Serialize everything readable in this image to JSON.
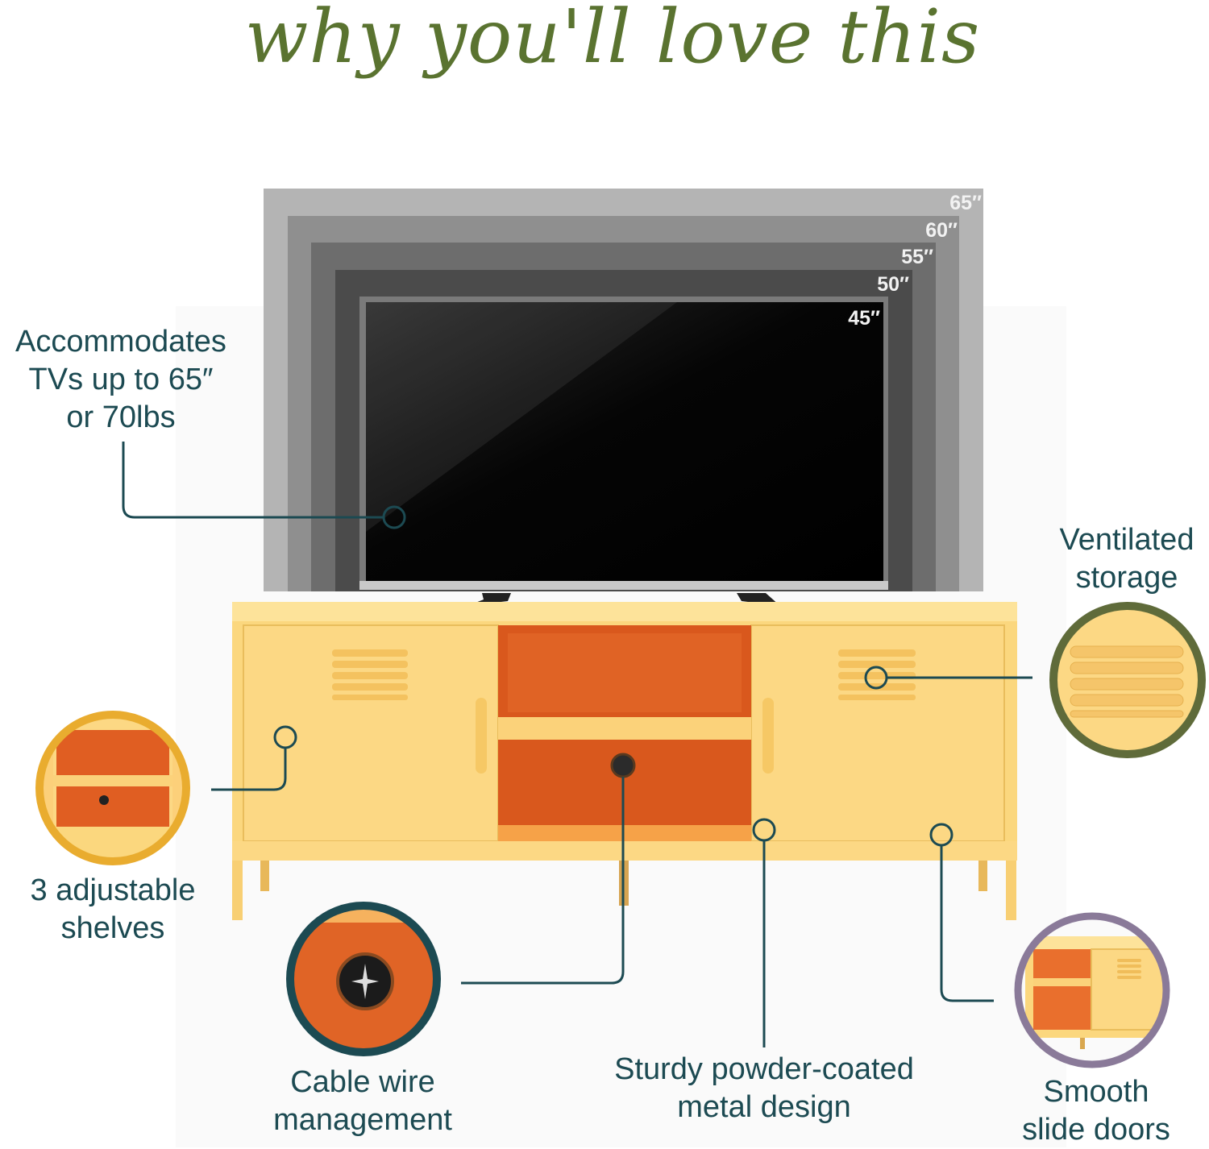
{
  "title": "why you'll love this",
  "tv_sizes": [
    "65″",
    "60″",
    "55″",
    "50″",
    "45″"
  ],
  "features": {
    "tv_capacity": [
      "Accommodates",
      "TVs up to 65″",
      "or 70lbs"
    ],
    "ventilated": [
      "Ventilated",
      "storage"
    ],
    "shelves": [
      "3 adjustable",
      "shelves"
    ],
    "cable": [
      "Cable wire",
      "management"
    ],
    "metal": [
      "Sturdy powder-coated",
      "metal design"
    ],
    "doors": [
      "Smooth",
      "slide doors"
    ]
  },
  "colors": {
    "title": "#5a7330",
    "label": "#1c4a52",
    "cabinet": "#fbd77e",
    "interior": "#e2611f",
    "ring_shelves": "#e9ac2f",
    "ring_cable": "#1c4a52",
    "ring_vent": "#5f6b3a",
    "ring_doors": "#8a7a99"
  }
}
